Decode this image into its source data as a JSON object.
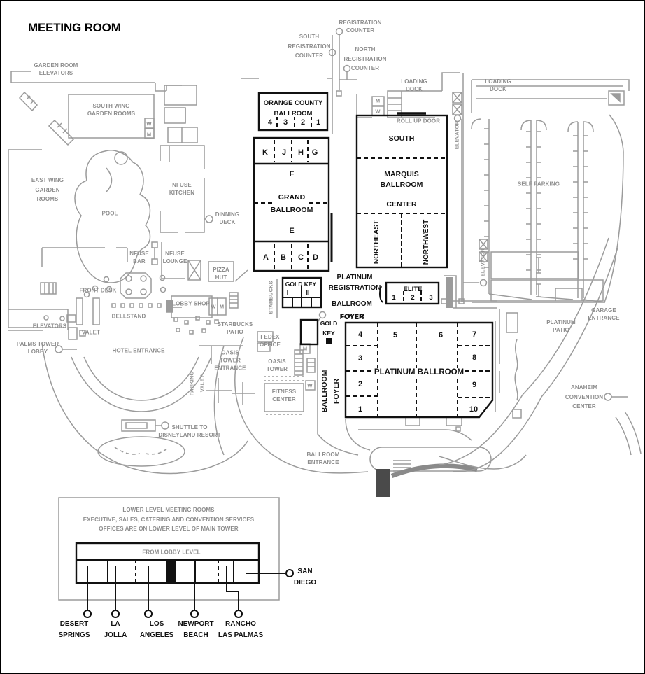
{
  "title": "MEETING ROOM",
  "registration": {
    "counter": "REGISTRATION\nCOUNTER",
    "south": "SOUTH\nREGISTRATION\nCOUNTER",
    "north": "NORTH\nREGISTRATION\nCOUNTER",
    "platinum": "PLATINUM\nREGISTRATION",
    "ballroom_foyer": "BALLROOM\nFOYER"
  },
  "garden": {
    "elevators": "GARDEN ROOM\nELEVATORS",
    "south_wing": "SOUTH WING\nGARDEN ROOMS",
    "east_wing": "EAST WING\nGARDEN\nROOMS",
    "pool": "POOL"
  },
  "dining": {
    "nfuse_kitchen": "NFUSE\nKITCHEN",
    "dinning_deck": "DINNING\nDECK",
    "nfuse_bar": "NFUSE\nBAR",
    "nfuse_lounge": "NFUSE\nLOUNGE",
    "pizza_hut": "PIZZA\nHUT",
    "starbucks": "STARBUCKS",
    "starbucks_patio": "STARBUCKS\nPATIO"
  },
  "lobby": {
    "front_desk": "FRONT DESK",
    "lobby_shop": "LOBBY SHOP",
    "bellstand": "BELLSTAND",
    "elevators": "ELEVATORS",
    "valet": "VALET",
    "palms_tower": "PALMS TOWER\nLOBBY",
    "hotel_entrance": "HOTEL ENTRANCE",
    "valet_v": "VALET",
    "parking_v": "PARKING",
    "shuttle": "SHUTTLE TO\nDISNEYLAND RESORT"
  },
  "oasis": {
    "entrance": "OASIS\nTOWER\nENTRANCE",
    "tower": "OASIS\nTOWER",
    "fitness": "FITNESS\nCENTER",
    "fedex": "FEDEX\nOFFICE"
  },
  "orange_county": {
    "name": "ORANGE COUNTY\nBALLROOM",
    "rooms": [
      "4",
      "3",
      "2",
      "1"
    ]
  },
  "grand": {
    "name": "GRAND\nBALLROOM",
    "f": "F",
    "e": "E",
    "top_rooms": [
      "K",
      "J",
      "H",
      "G"
    ],
    "bottom_rooms": [
      "A",
      "B",
      "C",
      "D"
    ]
  },
  "marquis": {
    "name": "MARQUIS\nBALLROOM",
    "south": "SOUTH",
    "center": "CENTER",
    "northeast": "NORTHEAST",
    "northwest": "NORTHWEST",
    "roll_up_door": "ROLL UP DOOR"
  },
  "platinum": {
    "name": "PLATINUM BALLROOM",
    "foyer_word": "FOYER",
    "foyer_v": "BALLROOM\nFOYER",
    "rooms_left": [
      "4",
      "3",
      "2",
      "1"
    ],
    "rooms_mid": [
      "5",
      "6"
    ],
    "rooms_right": [
      "7",
      "8",
      "9",
      "10"
    ]
  },
  "elite": {
    "name": "ELITE",
    "rooms": [
      "1",
      "2",
      "3"
    ]
  },
  "gold_key": {
    "name": "GOLD KEY",
    "rooms": [
      "I",
      "II"
    ],
    "label2": "GOLD\nKEY"
  },
  "parking": {
    "self": "SELF PARKING",
    "garage": "GARAGE\nENTRANCE",
    "loading_dock": "LOADING\nDOCK",
    "loading_dock2": "LOADING\nDOCK",
    "elevator": "ELEVATOR",
    "elevator2": "ELEVATOR"
  },
  "exterior": {
    "platinum_patio": "PLATINUM\nPATIO",
    "anaheim_cc": "ANAHEIM\nCONVENTION\nCENTER",
    "ballroom_entrance": "BALLROOM\nENTRANCE"
  },
  "restrooms": {
    "w": "W",
    "m": "M"
  },
  "lower_level": {
    "note": "LOWER LEVEL MEETING ROOMS\nEXECUTIVE, SALES, CATERING AND CONVENTION SERVICES\nOFFICES ARE ON LOWER LEVEL OF MAIN TOWER",
    "from_lobby": "FROM LOBBY LEVEL",
    "rooms": [
      "DESERT\nSPRINGS",
      "LA\nJOLLA",
      "LOS\nANGELES",
      "NEWPORT\nBEACH",
      "RANCHO\nLAS PALMAS",
      "SAN\nDIEGO"
    ]
  },
  "colors": {
    "wall_gray": "#9b9b9b",
    "label_gray": "#8d8d8d",
    "black": "#111111"
  }
}
